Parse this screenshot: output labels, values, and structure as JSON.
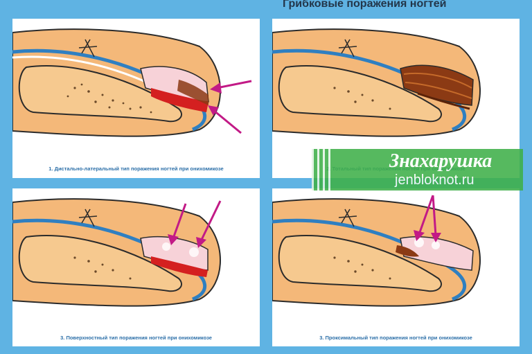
{
  "title": "Грибковые поражения ногтей",
  "panels": [
    {
      "caption": "1. Дистально-латеральный тип поражения ногтей при онихомикозе",
      "type": "distal-lateral"
    },
    {
      "caption": "2. Тотальный тип поражения ногтей при онихомикозе",
      "type": "total"
    },
    {
      "caption": "3. Поверхностный тип поражения ногтей при онихомикозе",
      "type": "superficial"
    },
    {
      "caption": "3. Проксимальный тип поражения ногтей при онихомикозе",
      "type": "proximal"
    }
  ],
  "watermark": {
    "title": "Знахарушка",
    "url": "jenbloknot.ru"
  },
  "colors": {
    "background": "#5fb3e3",
    "skin": "#f4b879",
    "skin_outline": "#2b2b2b",
    "bone": "#f6c98f",
    "blue_layer": "#2f7fc1",
    "nail_healthy": "#f7d2d8",
    "nail_damage": "#8b3a14",
    "nail_bed": "#d42020",
    "arrow": "#c21a86",
    "caption": "#2c6fa8",
    "watermark_green": "#3fb049"
  }
}
